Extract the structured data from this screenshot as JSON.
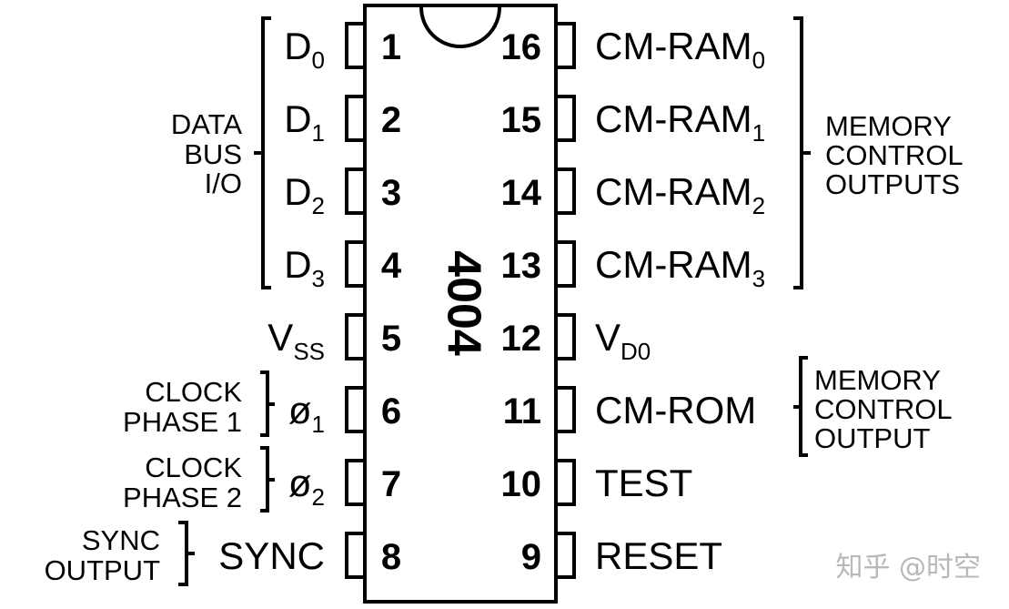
{
  "chip": {
    "label": "4004"
  },
  "pins_left": [
    {
      "num": "1",
      "name": "D",
      "sub": "0"
    },
    {
      "num": "2",
      "name": "D",
      "sub": "1"
    },
    {
      "num": "3",
      "name": "D",
      "sub": "2"
    },
    {
      "num": "4",
      "name": "D",
      "sub": "3"
    },
    {
      "num": "5",
      "name": "V",
      "sub": "SS"
    },
    {
      "num": "6",
      "name": "ø",
      "sub": "1"
    },
    {
      "num": "7",
      "name": "ø",
      "sub": "2"
    },
    {
      "num": "8",
      "name": "SYNC",
      "sub": ""
    }
  ],
  "pins_right": [
    {
      "num": "16",
      "name": "CM-RAM",
      "sub": "0"
    },
    {
      "num": "15",
      "name": "CM-RAM",
      "sub": "1"
    },
    {
      "num": "14",
      "name": "CM-RAM",
      "sub": "2"
    },
    {
      "num": "13",
      "name": "CM-RAM",
      "sub": "3"
    },
    {
      "num": "12",
      "name": "V",
      "sub": "D0"
    },
    {
      "num": "11",
      "name": "CM-ROM",
      "sub": ""
    },
    {
      "num": "10",
      "name": "TEST",
      "sub": ""
    },
    {
      "num": "9",
      "name": "RESET",
      "sub": ""
    }
  ],
  "groups": {
    "data_bus": [
      "DATA",
      "BUS",
      "I/O"
    ],
    "clock1": [
      "CLOCK",
      "PHASE 1"
    ],
    "clock2": [
      "CLOCK",
      "PHASE 2"
    ],
    "sync_out": [
      "SYNC",
      "OUTPUT"
    ],
    "mem_outputs": [
      "MEMORY",
      "CONTROL",
      "OUTPUTS"
    ],
    "mem_output": [
      "MEMORY",
      "CONTROL",
      "OUTPUT"
    ]
  },
  "watermark": "知乎 @时空"
}
